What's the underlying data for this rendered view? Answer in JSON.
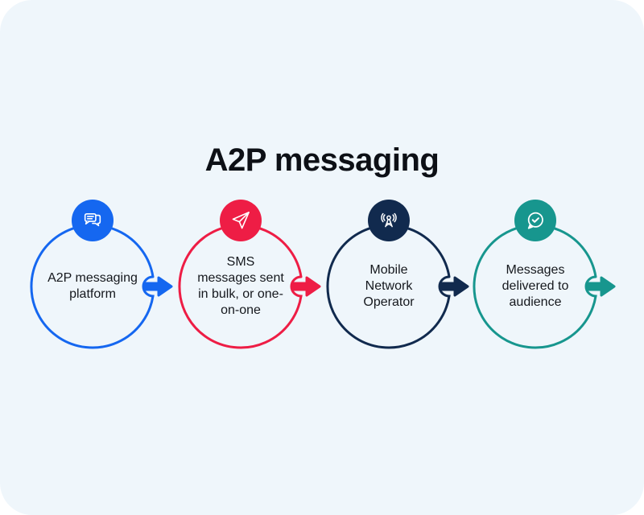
{
  "page": {
    "title": "A2P messaging",
    "panel_background": "#EFF6FB",
    "outer_background": "#FFFFFF",
    "title_color": "#0D1016",
    "label_color": "#15181D"
  },
  "steps": [
    {
      "label": "A2P messaging\nplatform",
      "color": "#1567F0",
      "icon": "chat-bubbles-icon"
    },
    {
      "label": "SMS\nmessages sent\nin bulk, or one-\non-one",
      "color": "#EE1D45",
      "icon": "paper-plane-icon"
    },
    {
      "label": "Mobile\nNetwork\nOperator",
      "color": "#112A4E",
      "icon": "broadcast-tower-icon"
    },
    {
      "label": "Messages\ndelivered to\naudience",
      "color": "#17968E",
      "icon": "chat-check-icon"
    }
  ]
}
